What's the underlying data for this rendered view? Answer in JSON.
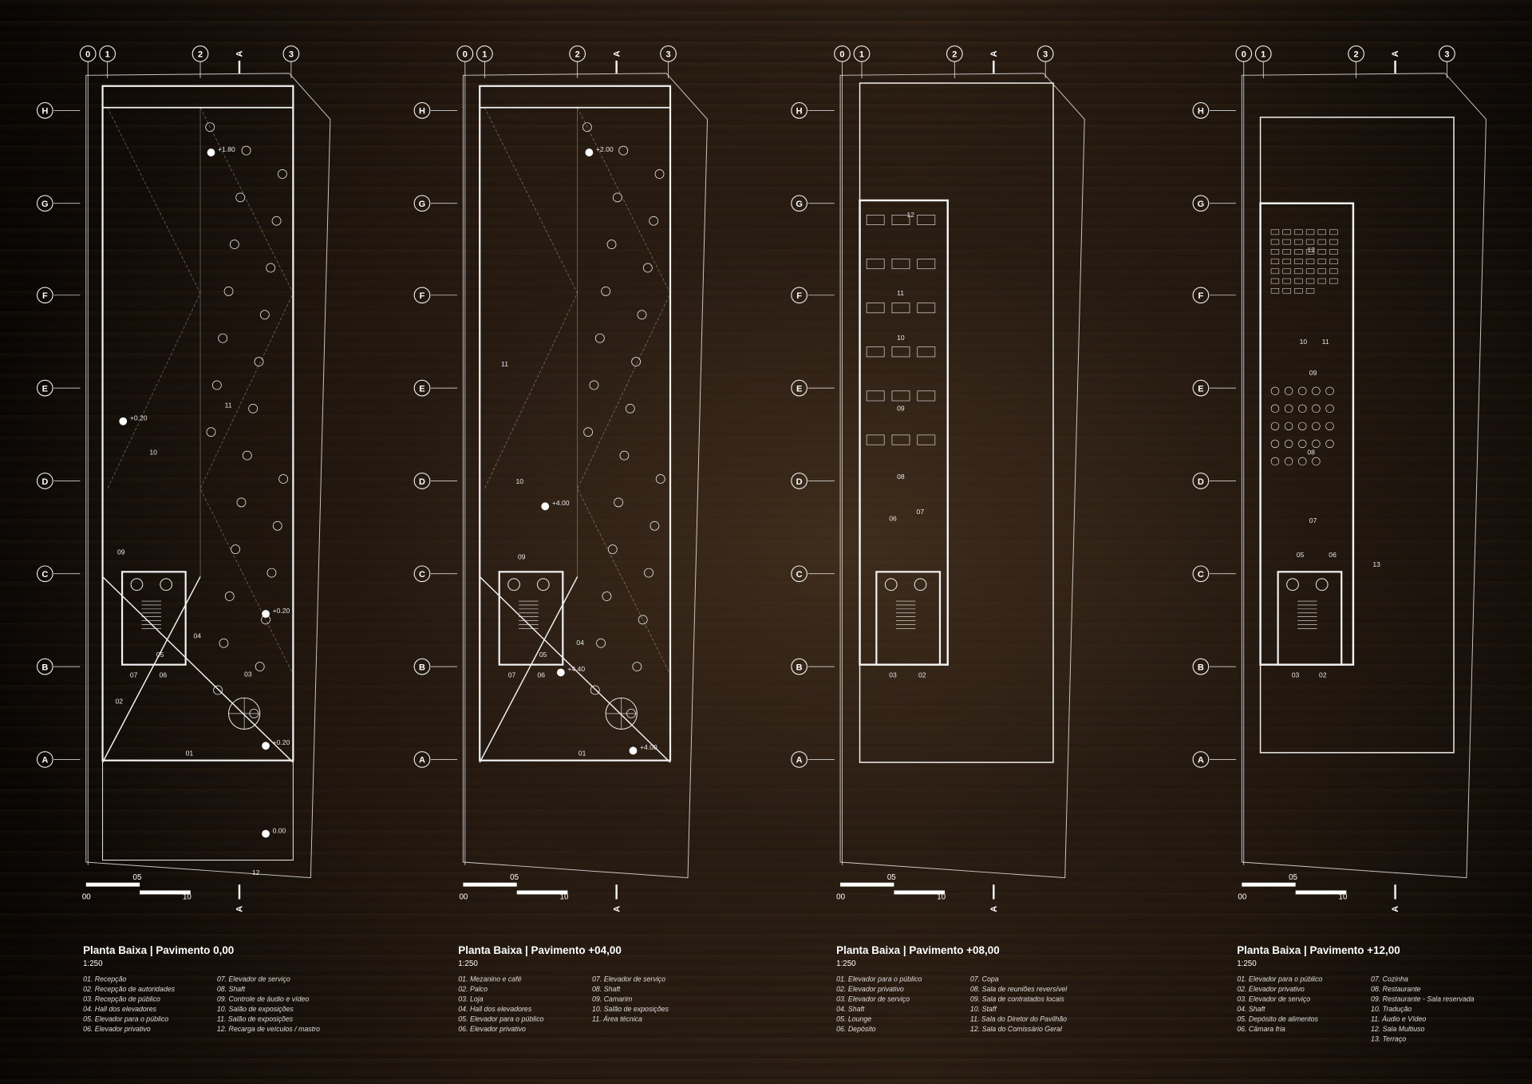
{
  "grid": {
    "columns": [
      "0",
      "1",
      "2",
      "3"
    ],
    "rows": [
      "H",
      "G",
      "F",
      "E",
      "D",
      "C",
      "B",
      "A"
    ],
    "section_mark": "A"
  },
  "scale_bar": [
    "00",
    "05",
    "10"
  ],
  "colors": {
    "line": "#f2f2f2",
    "background": "#000000",
    "wood": "#2a1d12"
  },
  "plans": [
    {
      "title": "Planta Baixa | Pavimento 0,00",
      "scale": "1:250",
      "legend_left": [
        "01. Recepção",
        "02. Recepção de autoridades",
        "03. Recepção de público",
        "04. Hall dos elevadores",
        "05. Elevador para o público",
        "06. Elevador privativo"
      ],
      "legend_right": [
        "07. Elevador de serviço",
        "08. Shaft",
        "09. Controle de áudio e vídeo",
        "10. Salão de exposições",
        "11. Salão de exposições",
        "12. Recarga de veículos / mastro"
      ],
      "room_tags": [
        "11",
        "10",
        "09",
        "04",
        "07",
        "06",
        "05",
        "03",
        "02",
        "01",
        "12"
      ],
      "levels": [
        "+1.80",
        "+0.20",
        "+0.20",
        "+0.20",
        "0.00"
      ]
    },
    {
      "title": "Planta Baixa | Pavimento +04,00",
      "scale": "1:250",
      "legend_left": [
        "01. Mezanino e café",
        "02. Palco",
        "03. Loja",
        "04. Hall dos elevadores",
        "05. Elevador para o público",
        "06. Elevador privativo"
      ],
      "legend_right": [
        "07. Elevador de serviço",
        "08. Shaft",
        "09. Camarim",
        "10. Salão de exposições",
        "11. Área técnica"
      ],
      "room_tags": [
        "11",
        "10",
        "09",
        "04",
        "07",
        "06",
        "05",
        "01"
      ],
      "levels": [
        "+2.00",
        "+4.00",
        "+4.40",
        "+4.00"
      ]
    },
    {
      "title": "Planta Baixa | Pavimento +08,00",
      "scale": "1:250",
      "legend_left": [
        "01. Elevador para o público",
        "02. Elevador privativo",
        "03. Elevador de serviço",
        "04. Shaft",
        "05. Lounge",
        "06. Depósito"
      ],
      "legend_right": [
        "07. Copa",
        "08. Sala de reuniões reversível",
        "09. Sala de contratados locais",
        "10. Staff",
        "11. Sala do Diretor do Pavilhão",
        "12. Sala do Comissário Geral"
      ],
      "room_tags": [
        "12",
        "11",
        "10",
        "09",
        "08",
        "07",
        "06",
        "03",
        "02"
      ],
      "levels": []
    },
    {
      "title": "Planta Baixa | Pavimento +12,00",
      "scale": "1:250",
      "legend_left": [
        "01. Elevador para o público",
        "02. Elevador privativo",
        "03. Elevador de serviço",
        "04. Shaft",
        "05. Depósito de alimentos",
        "06. Câmara fria"
      ],
      "legend_right": [
        "07. Cozinha",
        "08. Restaurante",
        "09. Restaurante - Sala reservada",
        "10. Tradução",
        "11. Áudio e Vídeo",
        "12. Sala Multiuso",
        "13. Terraço"
      ],
      "room_tags": [
        "12",
        "10",
        "11",
        "09",
        "08",
        "07",
        "05",
        "06",
        "13",
        "03",
        "02"
      ],
      "levels": []
    }
  ]
}
